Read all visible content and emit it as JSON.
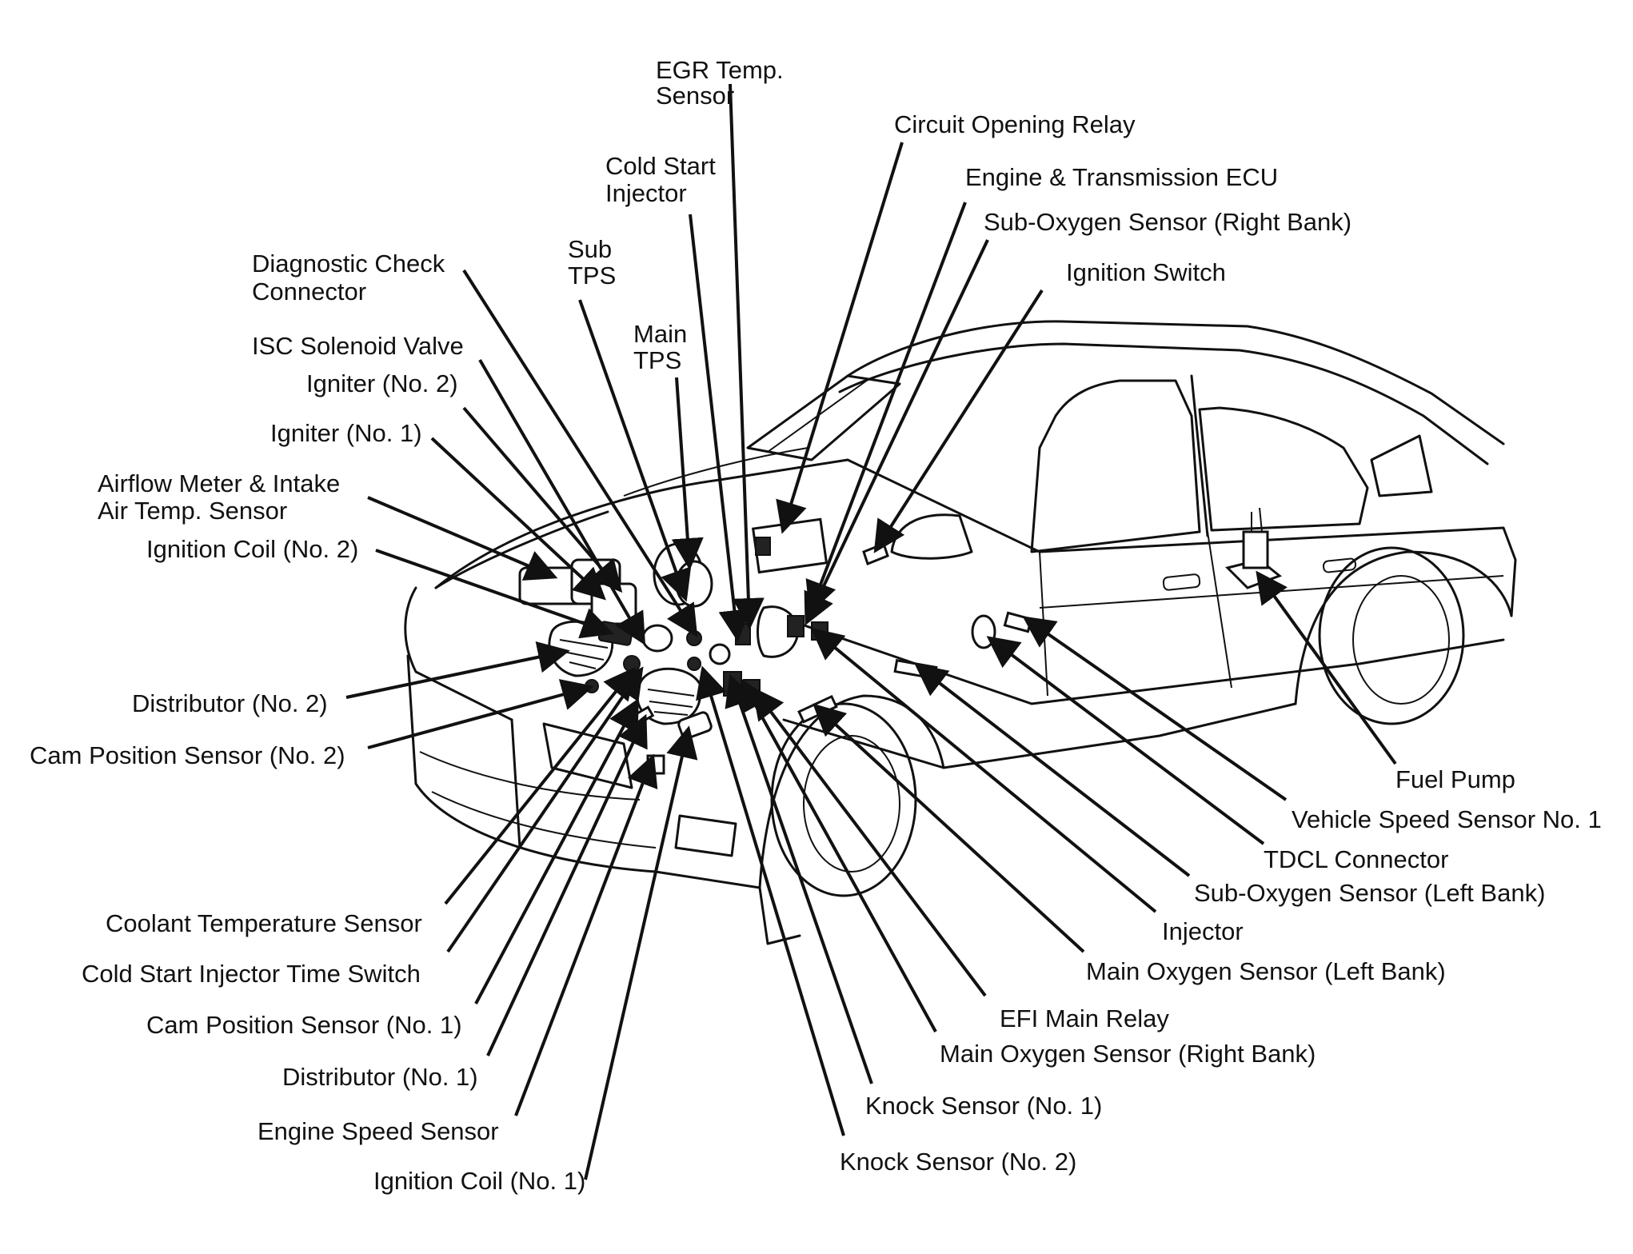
{
  "labels": {
    "egr_temp_sensor": [
      "EGR Temp.",
      "Sensor"
    ],
    "circuit_opening_relay": "Circuit Opening Relay",
    "cold_start_injector": [
      "Cold Start",
      "Injector"
    ],
    "engine_transmission_ecu": "Engine & Transmission ECU",
    "sub_oxygen_sensor_right": "Sub-Oxygen Sensor (Right Bank)",
    "diagnostic_check_connector": [
      "Diagnostic Check",
      "Connector"
    ],
    "sub_tps": [
      "Sub",
      "TPS"
    ],
    "ignition_switch": "Ignition Switch",
    "main_tps": [
      "Main",
      "TPS"
    ],
    "isc_solenoid_valve": "ISC Solenoid Valve",
    "igniter_no2": "Igniter (No. 2)",
    "igniter_no1": "Igniter (No. 1)",
    "airflow_meter": [
      "Airflow Meter & Intake",
      "Air Temp. Sensor"
    ],
    "ignition_coil_no2": "Ignition Coil (No. 2)",
    "distributor_no2": "Distributor (No. 2)",
    "cam_position_sensor_no2": "Cam Position Sensor (No. 2)",
    "fuel_pump": "Fuel Pump",
    "vehicle_speed_sensor_no1": "Vehicle Speed Sensor No. 1",
    "tdcl_connector": "TDCL Connector",
    "sub_oxygen_sensor_left": "Sub-Oxygen Sensor (Left Bank)",
    "injector": "Injector",
    "main_oxygen_sensor_left": "Main Oxygen Sensor (Left Bank)",
    "efi_main_relay": "EFI Main Relay",
    "main_oxygen_sensor_right": "Main Oxygen Sensor (Right Bank)",
    "knock_sensor_no1": "Knock Sensor (No. 1)",
    "knock_sensor_no2": "Knock Sensor (No. 2)",
    "coolant_temperature_sensor": "Coolant Temperature Sensor",
    "cold_start_injector_time_switch": "Cold Start Injector Time Switch",
    "cam_position_sensor_no1": "Cam Position Sensor (No. 1)",
    "distributor_no1": "Distributor (No. 1)",
    "engine_speed_sensor": "Engine Speed Sensor",
    "ignition_coil_no1": "Ignition Coil (No. 1)"
  }
}
